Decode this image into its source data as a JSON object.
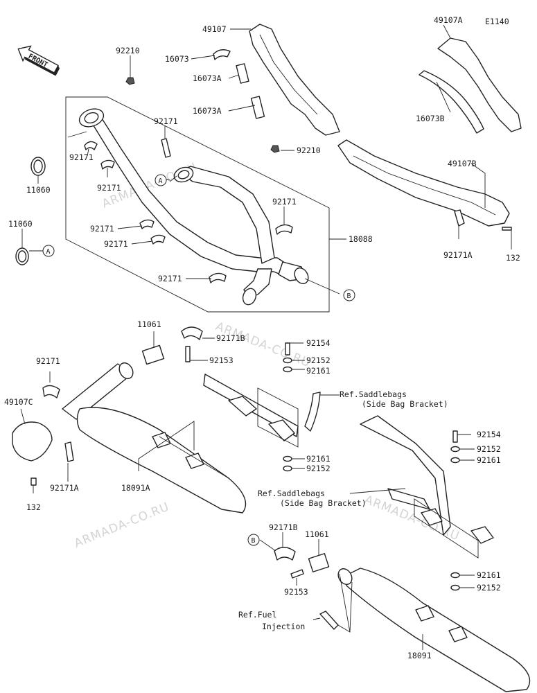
{
  "diagram_code": "E1140",
  "front_label": "FRONT",
  "watermark": "ARMADA-CO.RU",
  "callouts": {
    "a": "A",
    "b": "B"
  },
  "labels": {
    "p49107": "49107",
    "p16073": "16073",
    "p16073A_1": "16073A",
    "p16073A_2": "16073A",
    "p49107A": "49107A",
    "p16073B": "16073B",
    "p49107B": "49107B",
    "p92210_top": "92210",
    "p92210_mid": "92210",
    "p92171_1": "92171",
    "p92171_2": "92171",
    "p92171_3": "92171",
    "p92171_4": "92171",
    "p92171_5": "92171",
    "p92171_6": "92171",
    "p92171_7": "92171",
    "p92171_8": "92171",
    "p11060_1": "11060",
    "p11060_2": "11060",
    "p18088": "18088",
    "p92171A_1": "92171A",
    "p132_1": "132",
    "p11061_1": "11061",
    "p92171B_1": "92171B",
    "p92153_1": "92153",
    "p92154_1": "92154",
    "p92152_1": "92152",
    "p92161_1": "92161",
    "p92161_2": "92161",
    "p92152_2": "92152",
    "p49107C": "49107C",
    "p92171A_2": "92171A",
    "p132_2": "132",
    "p18091A": "18091A",
    "p92154_2": "92154",
    "p92152_3": "92152",
    "p92161_3": "92161",
    "p92171B_2": "92171B",
    "p11061_2": "11061",
    "p92153_2": "92153",
    "p92161_4": "92161",
    "p92152_4": "92152",
    "p18091": "18091"
  },
  "refs": {
    "saddle1_line1": "Ref.Saddlebags",
    "saddle1_line2": "(Side Bag Bracket)",
    "saddle2_line1": "Ref.Saddlebags",
    "saddle2_line2": "(Side Bag Bracket)",
    "fuel_line1": "Ref.Fuel",
    "fuel_line2": "Injection"
  }
}
